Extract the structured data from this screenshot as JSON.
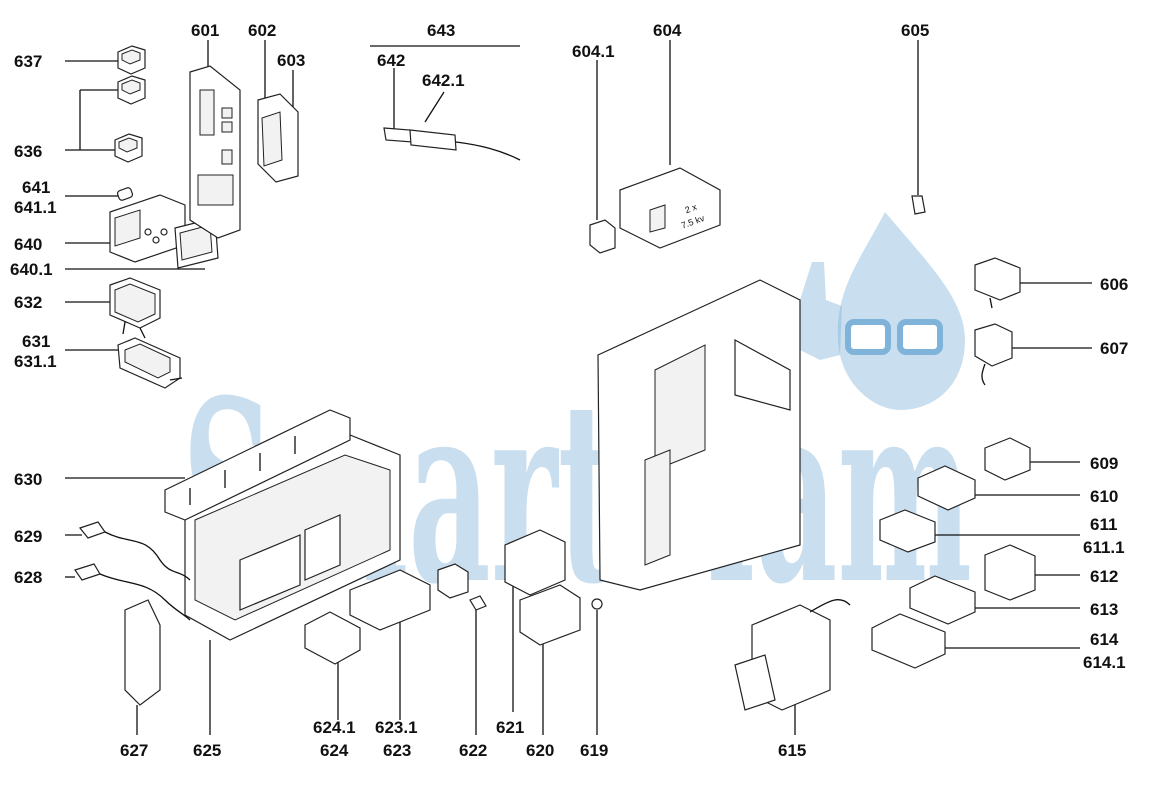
{
  "labels": {
    "l601": "601",
    "l602": "602",
    "l603": "603",
    "l604": "604",
    "l604_1": "604.1",
    "l605": "605",
    "l606": "606",
    "l607": "607",
    "l609": "609",
    "l610": "610",
    "l611": "611",
    "l611_1": "611.1",
    "l612": "612",
    "l613": "613",
    "l614": "614",
    "l614_1": "614.1",
    "l615": "615",
    "l619": "619",
    "l620": "620",
    "l621": "621",
    "l622": "622",
    "l623": "623",
    "l623_1": "623.1",
    "l624": "624",
    "l624_1": "624.1",
    "l625": "625",
    "l627": "627",
    "l628": "628",
    "l629": "629",
    "l630": "630",
    "l631": "631",
    "l631_1": "631.1",
    "l632": "632",
    "l636": "636",
    "l637": "637",
    "l640": "640",
    "l640_1": "640.1",
    "l641": "641",
    "l641_1": "641.1",
    "l642": "642",
    "l642_1": "642.1",
    "l643": "643",
    "transformer_marking_1": "2 x",
    "transformer_marking_2": "7.5 kv"
  },
  "watermark": {
    "text": "SmartFlam",
    "color": "#7fb3d9"
  }
}
